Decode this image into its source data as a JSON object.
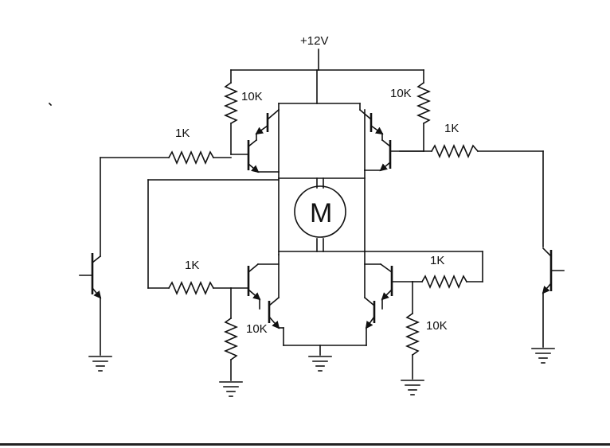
{
  "supply": {
    "label": "+12V"
  },
  "resistors": {
    "top_left_pullup": "10K",
    "top_right_pullup": "10K",
    "top_left_base": "1K",
    "top_right_base": "1K",
    "bottom_left_base": "1K",
    "bottom_right_base": "1K",
    "bottom_left_pulldown": "10K",
    "bottom_right_pulldown": "10K"
  },
  "motor": {
    "label": "M"
  }
}
